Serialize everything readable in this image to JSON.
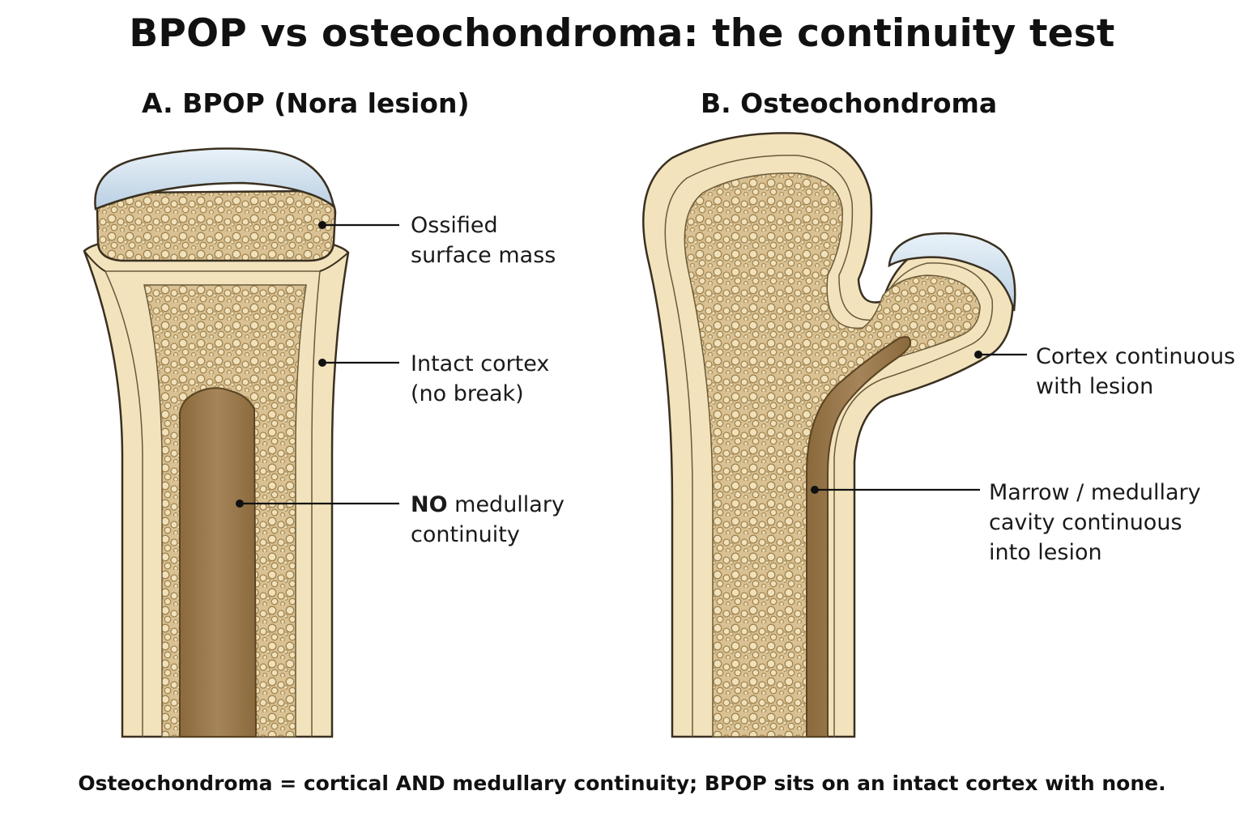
{
  "title": "BPOP vs osteochondroma: the continuity test",
  "panel_a": {
    "title": "A. BPOP (Nora lesion)",
    "labels": {
      "surface_mass": [
        "Ossified",
        "surface mass"
      ],
      "intact_cortex": [
        "Intact cortex",
        "(no break)"
      ],
      "no_continuity": {
        "strong": "NO",
        "rest": " medullary",
        "line2": "continuity"
      }
    }
  },
  "panel_b": {
    "title": "B. Osteochondroma",
    "labels": {
      "cortex_continuous": [
        "Cortex continuous",
        "with lesion"
      ],
      "marrow_continuous": [
        "Marrow / medullary",
        "cavity continuous",
        "into lesion"
      ]
    }
  },
  "caption": "Osteochondroma = cortical AND medullary continuity; BPOP sits on an intact cortex with none.",
  "colors": {
    "cortex": "#f2e3bd",
    "cortex_outline": "#3a3020",
    "cancellous": "#d8bf8f",
    "marrow": "#9c7b4c",
    "cartilage_cap": "#cfe0ee"
  }
}
